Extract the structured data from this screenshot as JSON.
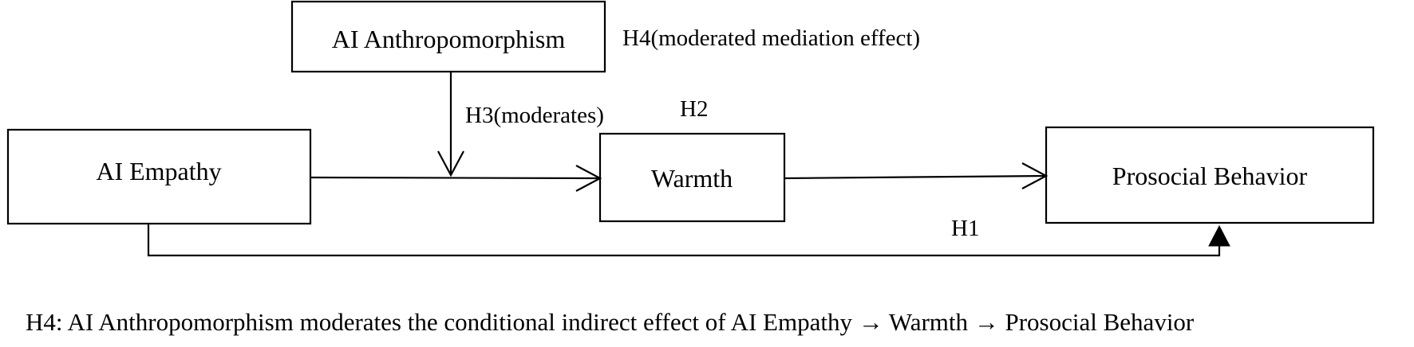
{
  "nodes": {
    "anthropomorphism": "AI Anthropomorphism",
    "empathy": "AI Empathy",
    "warmth": "Warmth",
    "prosocial": "Prosocial Behavior"
  },
  "hypotheses": {
    "h1": "H1",
    "h2": "H2",
    "h3": "H3(moderates)",
    "h4": "H4(moderated mediation effect)"
  },
  "footnote": "H4: AI Anthropomorphism moderates the conditional indirect effect of AI Empathy → Warmth → Prosocial Behavior",
  "colors": {
    "stroke": "#000000",
    "background": "#ffffff"
  }
}
